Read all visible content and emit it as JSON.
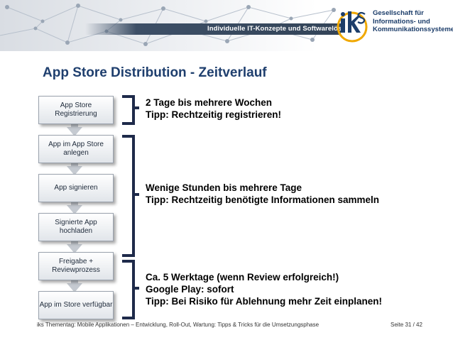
{
  "header": {
    "tagline": "Individuelle IT-Konzepte und Softwarelösungen",
    "logo_text": "iks",
    "company_lines": [
      "Gesellschaft für",
      "Informations- und",
      "Kommunikationssysteme mbH"
    ]
  },
  "title": "App Store Distribution - Zeitverlauf",
  "steps": [
    "App Store Registrierung",
    "App im App Store anlegen",
    "App signieren",
    "Signierte App hochladen",
    "Freigabe + Reviewprozess",
    "App im Store verfügbar"
  ],
  "notes": [
    [
      "2 Tage bis mehrere Wochen",
      "Tipp: Rechtzeitig registrieren!"
    ],
    [
      "Wenige Stunden bis mehrere Tage",
      "Tipp: Rechtzeitig benötigte Informationen sammeln"
    ],
    [
      "Ca. 5 Werktage (wenn Review erfolgreich!)",
      "Google Play: sofort",
      "Tipp: Bei Risiko für Ablehnung mehr Zeit einplanen!"
    ]
  ],
  "footer": {
    "left": "iks Thementag: Mobile Applikationen – Entwicklung, Roll-Out, Wartung: Tipps & Tricks für die Umsetzungsphase",
    "right": "Seite 31 / 42"
  },
  "colors": {
    "title": "#1f3f6e",
    "bracket": "#1e2a4a",
    "logo_accent": "#f0a800"
  }
}
